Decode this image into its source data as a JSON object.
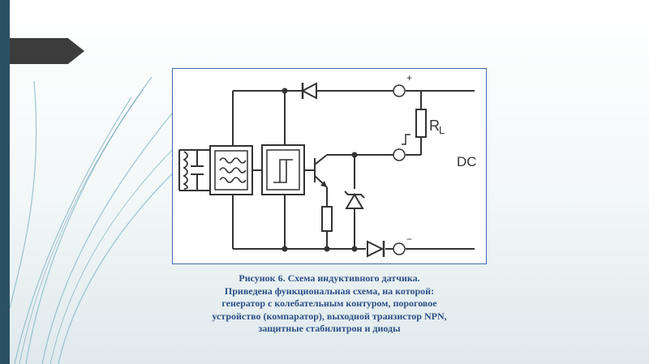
{
  "slide": {
    "accent_bar_color": "#2a5064",
    "title_tab_color": "#3c3c3c"
  },
  "diagram": {
    "labels": {
      "plus": "+",
      "minus": "−",
      "load": "R",
      "load_sub": "L",
      "supply": "DC"
    },
    "caption": {
      "line1": "Рисунок 6. Схема индуктивного датчика.",
      "line2": "Приведена функциональная схема, на которой:",
      "line3": "генератор с колебательным контуром, пороговое",
      "line4": "устройство (компаратор), выходной транзистор NPN,",
      "line5": "защитные стабилитрон и диоды"
    }
  }
}
